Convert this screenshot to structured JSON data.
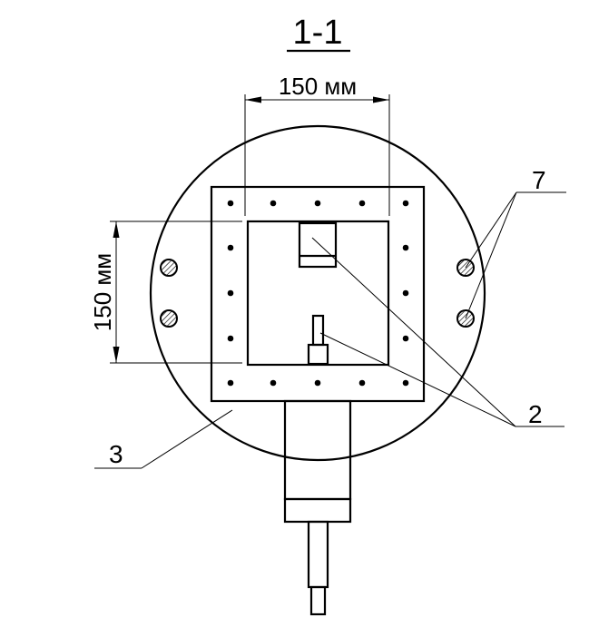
{
  "title": "1-1",
  "dimensions": {
    "horizontal": "150 мм",
    "vertical": "150 мм"
  },
  "callouts": {
    "bolts": "7",
    "probes": "2",
    "body": "3"
  },
  "colors": {
    "line": "#000000",
    "background": "#ffffff"
  }
}
